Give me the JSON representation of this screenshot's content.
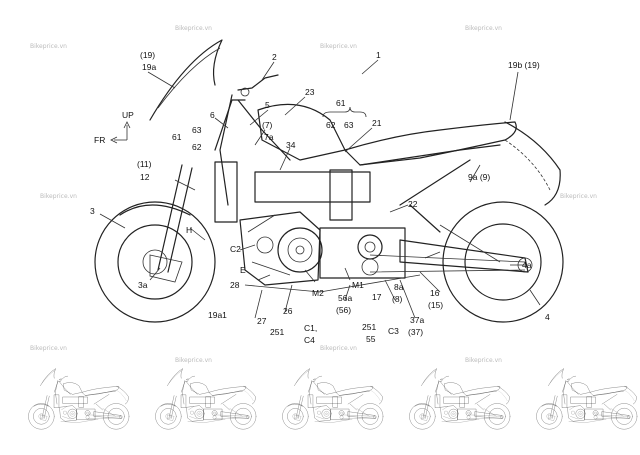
{
  "watermark": "Bikeprice.vn",
  "labels": {
    "l_19": "(19)",
    "l_19a": "19a",
    "l_2": "2",
    "l_1": "1",
    "l_19b": "19b (19)",
    "l_23": "23",
    "l_5": "5",
    "l_6": "6",
    "l_7": "(7)",
    "l_7a": "7a",
    "l_61_top": "61",
    "l_62_top": "62",
    "l_63_top": "63",
    "l_21": "21",
    "l_up": "UP",
    "l_fr": "FR",
    "l_61_left": "61",
    "l_63_left": "63",
    "l_62_left": "62",
    "l_34": "34",
    "l_11": "(11)",
    "l_12": "12",
    "l_9a": "9a (9)",
    "l_3": "3",
    "l_22": "22",
    "l_h": "H",
    "l_c2": "C2",
    "l_3a": "3a",
    "l_e": "E",
    "l_28": "28",
    "l_4a": "4a",
    "l_m1": "M1",
    "l_16": "16",
    "l_15": "(15)",
    "l_8a": "8a",
    "l_8": "(8)",
    "l_17": "17",
    "l_56a": "56a",
    "l_56": "(56)",
    "l_m2": "M2",
    "l_19a1": "19a1",
    "l_27": "27",
    "l_26": "26",
    "l_c1": "C1,",
    "l_c4": "C4",
    "l_251a": "251",
    "l_251b": "251",
    "l_55": "55",
    "l_c3": "C3",
    "l_37a": "37a",
    "l_37": "(37)",
    "l_4": "4"
  }
}
